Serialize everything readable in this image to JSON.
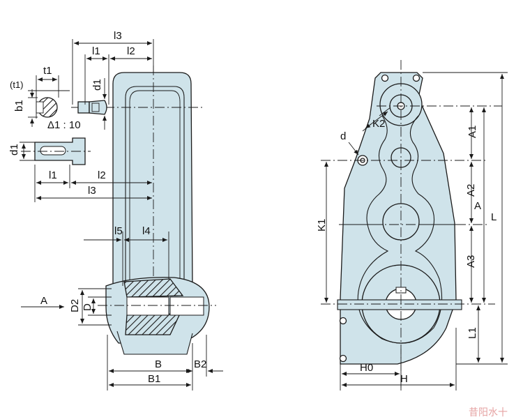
{
  "colors": {
    "body_fill": "#cfe3ea",
    "stroke": "#1a1a1a",
    "hatch": "#1a1a1a",
    "background": "#ffffff",
    "watermark": "#e6a3a3"
  },
  "side_view": {
    "labels": {
      "l3_top": "l3",
      "l1_top": "l1",
      "l2_top": "l2",
      "t1": "t1",
      "t1_paren": "(t1)",
      "b1": "b1",
      "d1_top": "d1",
      "taper": "Δ1 : 10",
      "d1_side": "d1",
      "l1_mid": "l1",
      "l2_mid": "l2",
      "l3_mid": "l3",
      "l5": "l5",
      "l4": "l4",
      "A_arrow": "A",
      "D2": "D2",
      "D": "D",
      "B": "B",
      "B2": "B2",
      "B1": "B1"
    }
  },
  "front_view": {
    "labels": {
      "K2": "K2",
      "d": "d",
      "A1": "A1",
      "A2": "A2",
      "A": "A",
      "L": "L",
      "K1": "K1",
      "A3": "A3",
      "L1": "L1",
      "H0": "H0",
      "H": "H"
    }
  },
  "watermark": "昔阳水十"
}
